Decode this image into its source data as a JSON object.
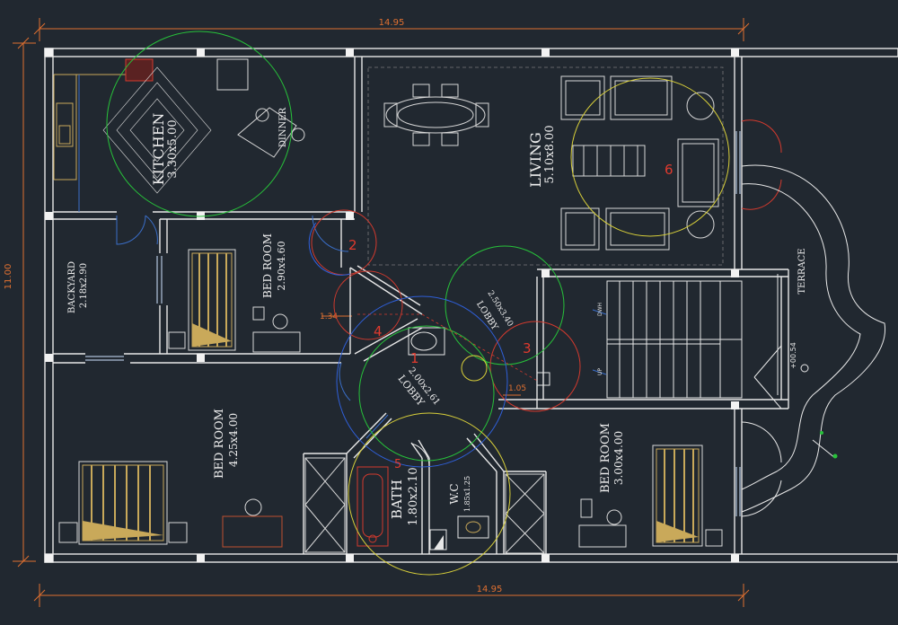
{
  "colors": {
    "background": "#212830",
    "wall": "#e8e8e8",
    "dimension": "#e07030",
    "furniture": "#d7d7d7",
    "bed_fill": "#c9a95a",
    "marker_green": "#27c23a",
    "marker_yellow": "#d8cf3a",
    "marker_red": "#d23a2e",
    "marker_blue": "#2f5fd8",
    "blue_line": "#3a6ec8",
    "red_label": "#e03a2e"
  },
  "dimensions": {
    "top_width": "14.95",
    "bottom_width": "14.95",
    "left_height": "11.00",
    "lobby_width": "1.34",
    "lobby_step": "1.05",
    "terrace_level": "+00.54"
  },
  "rooms": {
    "kitchen": {
      "name": "KITCHEN",
      "size": "3.30x5.00"
    },
    "dinner": {
      "name": "DINNER"
    },
    "living": {
      "name": "LIVING",
      "size": "5.10x8.00"
    },
    "bedroom_top": {
      "name": "BED ROOM",
      "size": "2.90x4.60"
    },
    "backyard": {
      "name": "BACKYARD",
      "size": "2.18x2.90"
    },
    "lobby_upper": {
      "name": "LOBBY",
      "size": "2.50x3.40"
    },
    "lobby_lower": {
      "name": "LOBBY",
      "size": "2.00x2.61"
    },
    "terrace": {
      "name": "TERRACE"
    },
    "bedroom_left": {
      "name": "BED ROOM",
      "size": "4.25x4.00"
    },
    "bath": {
      "name": "BATH",
      "size": "1.80x2.10"
    },
    "wc": {
      "name": "W.C",
      "size": "1.85x1.25"
    },
    "bedroom_right": {
      "name": "BED ROOM",
      "size": "3.00x4.00"
    }
  },
  "stair_labels": {
    "up": "DWH",
    "down": "UP"
  },
  "markers": [
    "1",
    "2",
    "3",
    "4",
    "5",
    "6"
  ]
}
